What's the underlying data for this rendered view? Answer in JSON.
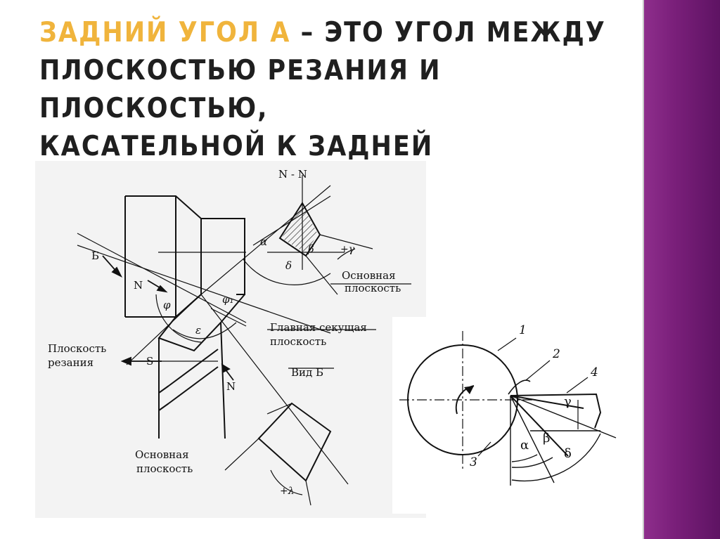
{
  "slide": {
    "title_accent": "ЗАДНИЙ УГОЛ А",
    "title_dash": " – ",
    "title_line1_rest": "ЭТО УГОЛ МЕЖДУ",
    "title_line2": "ПЛОСКОСТЬЮ РЕЗАНИЯ И ПЛОСКОСТЬЮ,",
    "title_line3": "КАСАТЕЛЬНОЙ К ЗАДНЕЙ ПОВЕРХНОСТИ."
  },
  "colors": {
    "accent": "#f0b43c",
    "side_panel": "#7a1f7a",
    "text": "#1f1f1f"
  },
  "figure1": {
    "section_label": "N - N",
    "basic_plane_1": "Основная",
    "basic_plane_1b": "плоскость",
    "main_cutting_plane_1": "Главная секущая",
    "main_cutting_plane_1b": "плоскость",
    "cutting_plane_1": "Плоскость",
    "cutting_plane_1b": "резания",
    "view_label": "Вид Б",
    "basic_plane_2": "Основная",
    "basic_plane_2b": "плоскость",
    "letter_b": "Б",
    "letter_n1": "N",
    "letter_n2": "N",
    "letter_s": "S",
    "sym_phi": "φ",
    "sym_phi1": "φ₁",
    "sym_eps": "ε",
    "sym_alpha": "α",
    "sym_beta": "β",
    "sym_delta": "δ",
    "sym_gamma": "+γ",
    "sym_lambda": "+λ"
  },
  "figure2": {
    "n1": "1",
    "n2": "2",
    "n3": "3",
    "n4": "4",
    "alpha": "α",
    "beta": "β",
    "gamma": "γ",
    "delta": "δ"
  }
}
